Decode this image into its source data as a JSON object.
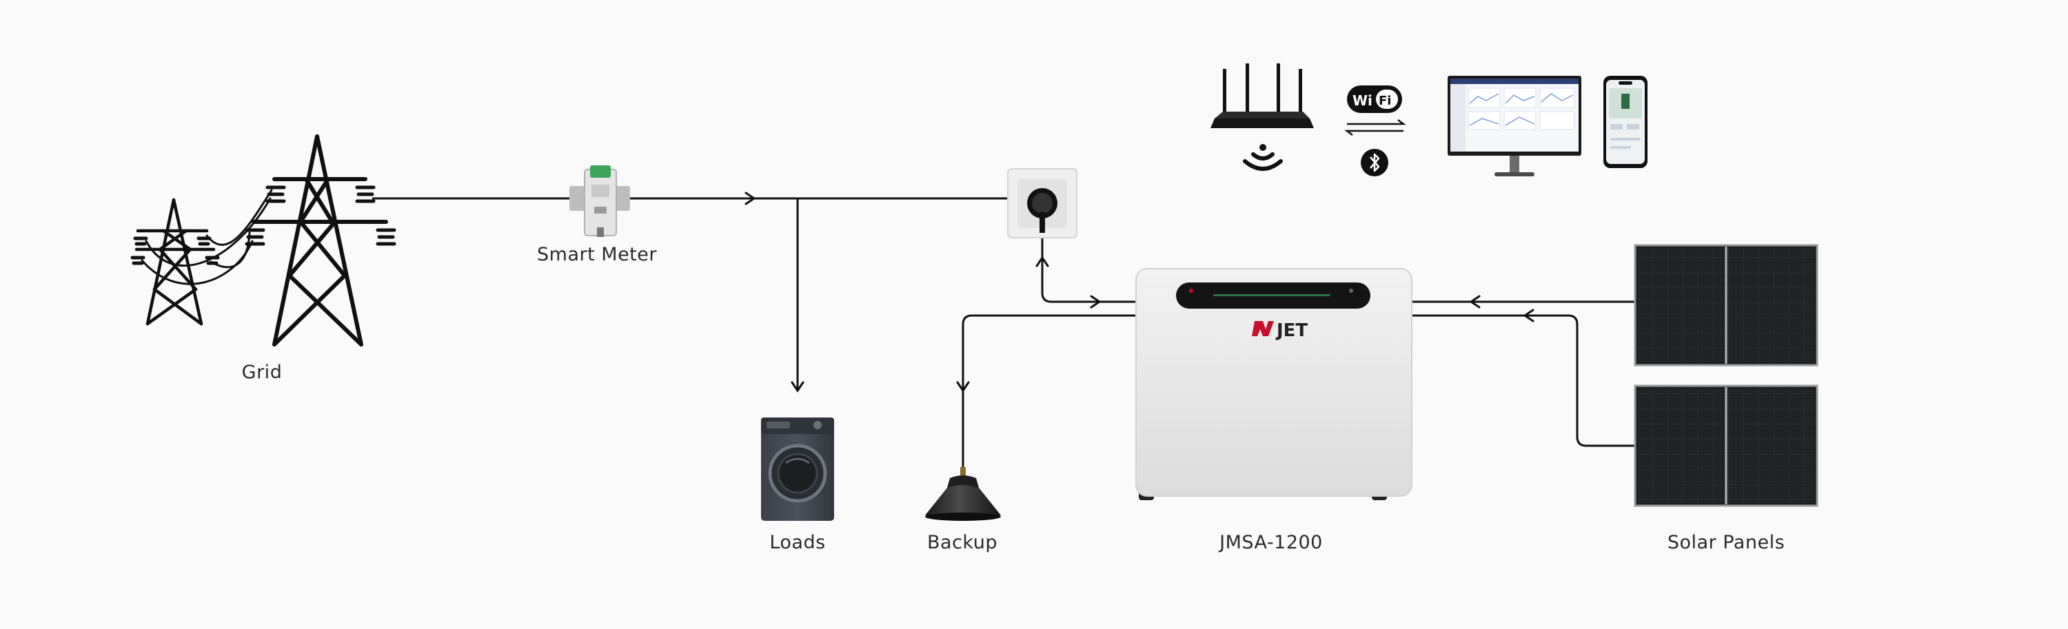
{
  "labels": {
    "grid": "Grid",
    "smart_meter": "Smart Meter",
    "loads": "Loads",
    "backup": "Backup",
    "device": "JMSA-1200",
    "solar": "Solar Panels"
  },
  "brand": {
    "logo_text": "JET"
  },
  "connectivity": {
    "wifi_badge_left": "Wi",
    "wifi_badge_right": "Fi"
  },
  "colors": {
    "background": "#fafafa",
    "line": "#111111",
    "device_body": "#e8e8e8",
    "panel_cell": "#2b2b2d",
    "brand_red": "#c8102e"
  }
}
